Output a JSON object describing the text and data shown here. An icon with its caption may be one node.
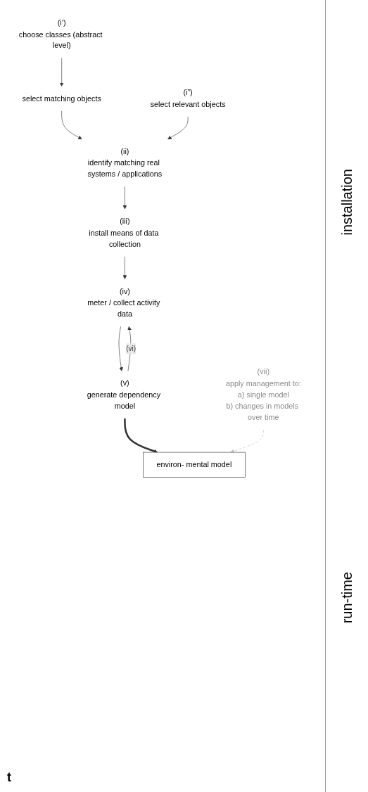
{
  "diagram": {
    "nodes": [
      {
        "text": [
          "(i’)",
          "choose classes (abstract level)"
        ]
      },
      {
        "text": [
          "select matching objects"
        ]
      },
      {
        "text": [
          "(i”)",
          "select relevant objects"
        ]
      },
      {
        "text": [
          "(ii)",
          "identify matching real systems / applications"
        ]
      },
      {
        "text": [
          "(iii)",
          "install means of data collection"
        ]
      },
      {
        "text": [
          "(iv)",
          "meter / collect activity data"
        ]
      },
      {
        "text": [
          "(v)",
          "generate dependency model"
        ]
      },
      {
        "text": [
          "environ- mental model"
        ]
      },
      {
        "text": [
          "(vii)",
          "apply management to:",
          "a) single model",
          "b) changes in models over time"
        ]
      }
    ],
    "edges": [
      {
        "from": 0,
        "to": 1,
        "arrow": "to"
      },
      {
        "from": 1,
        "to": 3,
        "arrow": "to"
      },
      {
        "from": 2,
        "to": 3,
        "arrow": "to"
      },
      {
        "from": 3,
        "to": 4,
        "arrow": "to"
      },
      {
        "from": 4,
        "to": 5,
        "arrow": "to"
      },
      {
        "from": 5,
        "to": 6,
        "arrow": "to"
      },
      {
        "from": 6,
        "to": 5,
        "arrow": "to",
        "label": "(vi)"
      },
      {
        "from": 6,
        "to": 7,
        "arrow": "to",
        "style": "thick"
      },
      {
        "from": 8,
        "to": 7,
        "arrow": "to",
        "style": "dashed",
        "color": "#c0c0c0"
      }
    ],
    "labels": [
      "installation",
      "run-time",
      "t"
    ]
  }
}
